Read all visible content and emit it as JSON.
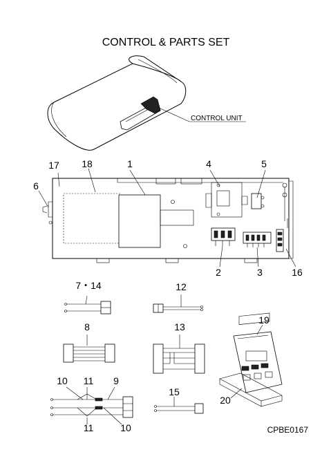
{
  "title": "CONTROL & PARTS SET",
  "control_unit_label": "CONTROL UNIT",
  "part_labels": {
    "p1": "1",
    "p2": "2",
    "p3": "3",
    "p4": "4",
    "p5": "5",
    "p6": "6",
    "p7_14": "7・14",
    "p8": "8",
    "p9": "9",
    "p10a": "10",
    "p10b": "10",
    "p11a": "11",
    "p11b": "11",
    "p12": "12",
    "p13": "13",
    "p15": "15",
    "p16": "16",
    "p17": "17",
    "p18": "18",
    "p19": "19",
    "p20": "20"
  },
  "drawing_code": "CPBE0167"
}
